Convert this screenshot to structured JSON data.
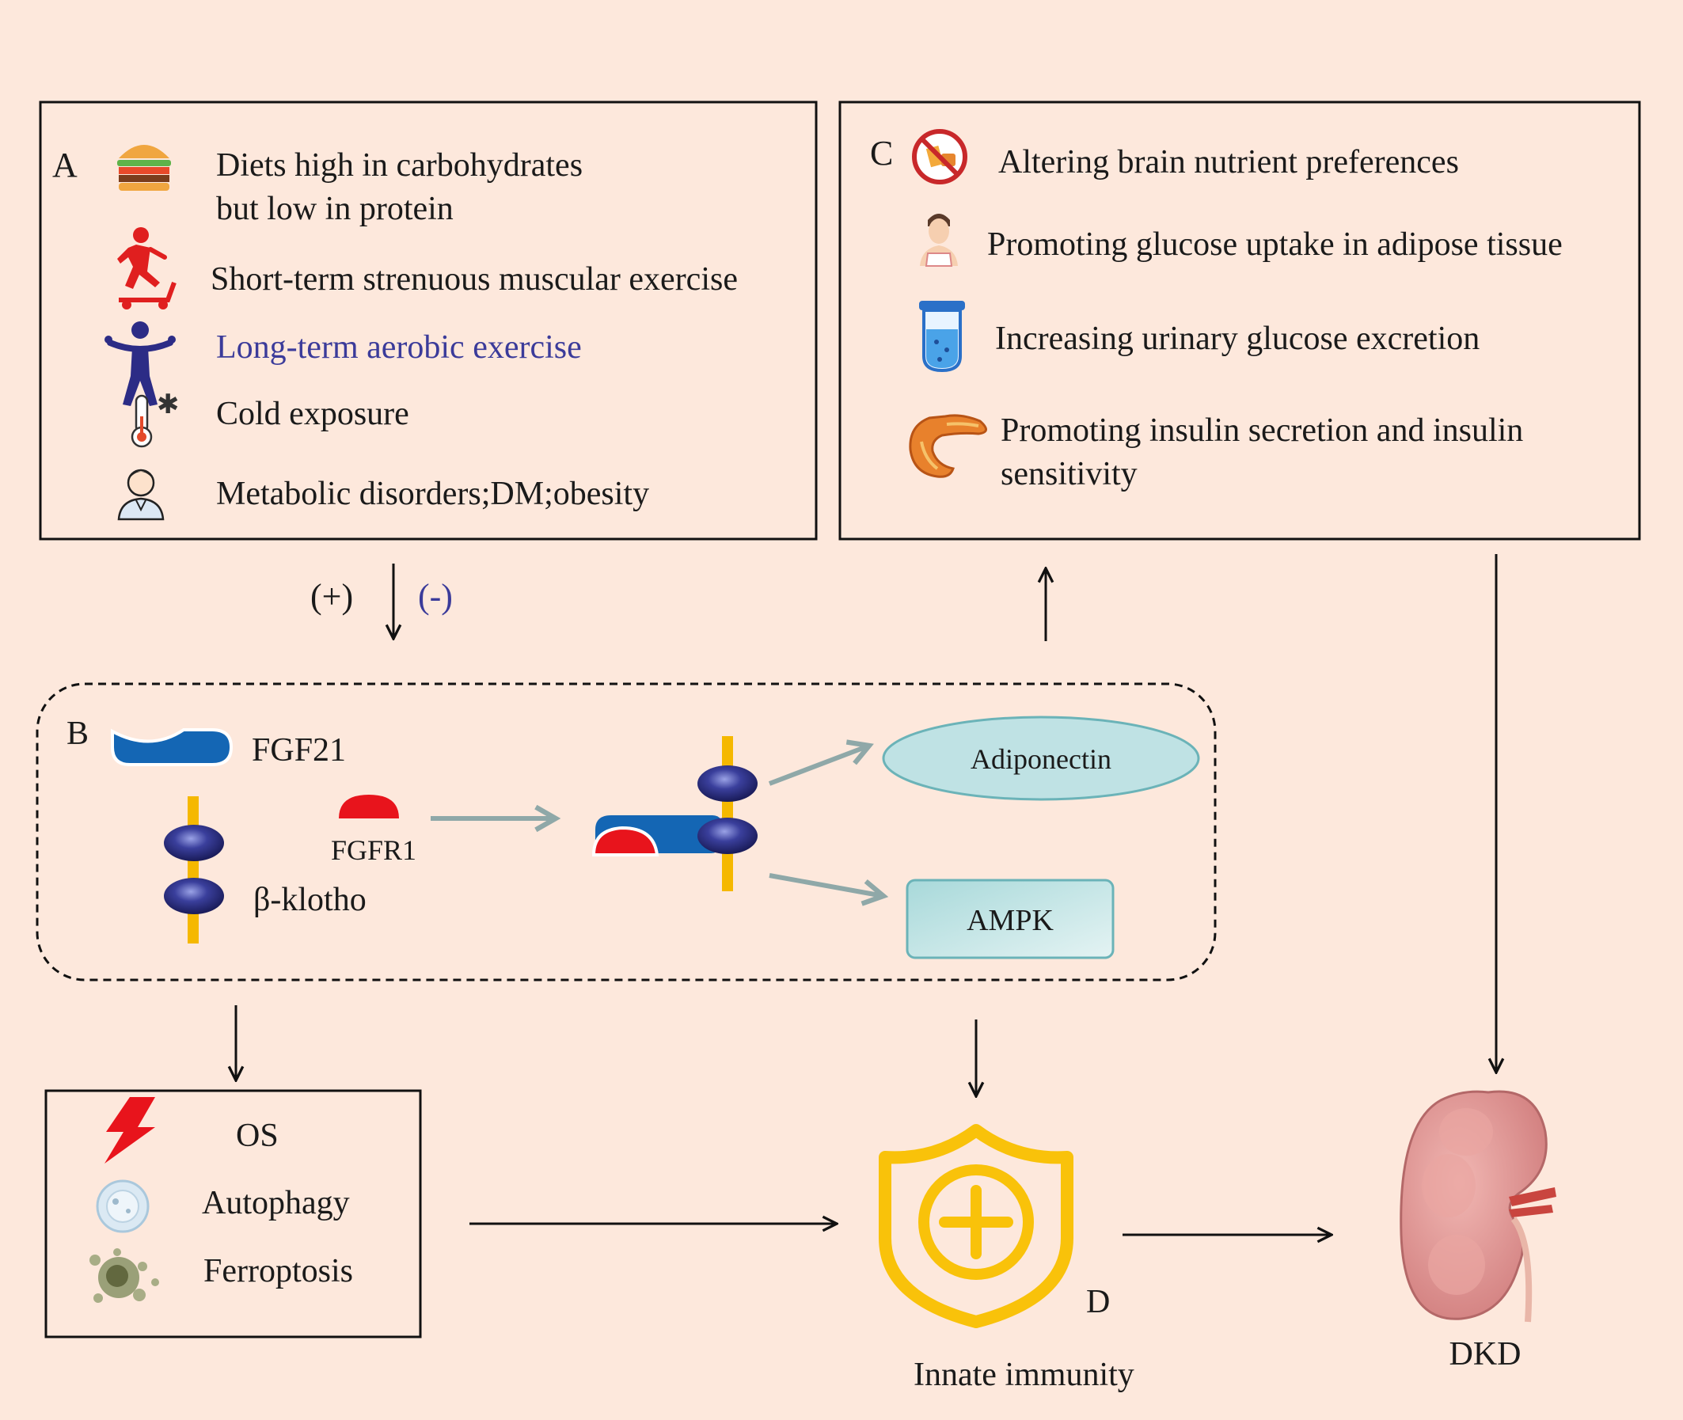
{
  "panel_a": {
    "letter": "A",
    "items": [
      {
        "icon": "burger-icon",
        "line1": "Diets high in carbohydrates",
        "line2": "but low in protein"
      },
      {
        "icon": "treadmill-runner-icon",
        "line1": "Short-term strenuous muscular exercise"
      },
      {
        "icon": "aerobic-exercise-person-icon",
        "line1": "Long-term aerobic exercise"
      },
      {
        "icon": "cold-thermometer-icon",
        "line1": "Cold exposure"
      },
      {
        "icon": "patient-icon",
        "line1": "Metabolic disorders;DM;obesity"
      }
    ],
    "highlight_color": "#3b3b9a"
  },
  "regulation": {
    "plus": "(+)",
    "minus": "(-)"
  },
  "panel_b": {
    "letter": "B",
    "fgf21_label": "FGF21",
    "fgfr1_label": "FGFR1",
    "klotho_label": "β-klotho",
    "adiponectin_label": "Adiponectin",
    "ampk_label": "AMPK"
  },
  "panel_c": {
    "letter": "C",
    "items": [
      {
        "icon": "no-food-icon",
        "line1": "Altering brain nutrient preferences"
      },
      {
        "icon": "person-icon",
        "line1": "Promoting glucose uptake in adipose tissue"
      },
      {
        "icon": "test-tube-icon",
        "line1": "Increasing urinary glucose excretion"
      },
      {
        "icon": "pancreas-icon",
        "line1": "Promoting insulin secretion and insulin",
        "line2": "sensitivity"
      }
    ]
  },
  "panel_bottom": {
    "items": [
      {
        "icon": "lightning-icon",
        "label": "OS"
      },
      {
        "icon": "autophagy-cell-icon",
        "label": "Autophagy"
      },
      {
        "icon": "ferroptosis-cell-icon",
        "label": "Ferroptosis"
      }
    ]
  },
  "panel_d": {
    "letter": "D",
    "label": "Innate immunity"
  },
  "dkd": {
    "label": "DKD"
  },
  "colors": {
    "background": "#fde8dc",
    "fgf21_blue": "#1466b4",
    "fgfr1_red": "#e8141c",
    "klotho_navy": "#2b2f7a",
    "membrane_yellow": "#f5b800",
    "shield_yellow": "#f9c20a",
    "adiponectin_fill": "#bfe2e4",
    "grey_arrow": "#8fa8a8"
  }
}
